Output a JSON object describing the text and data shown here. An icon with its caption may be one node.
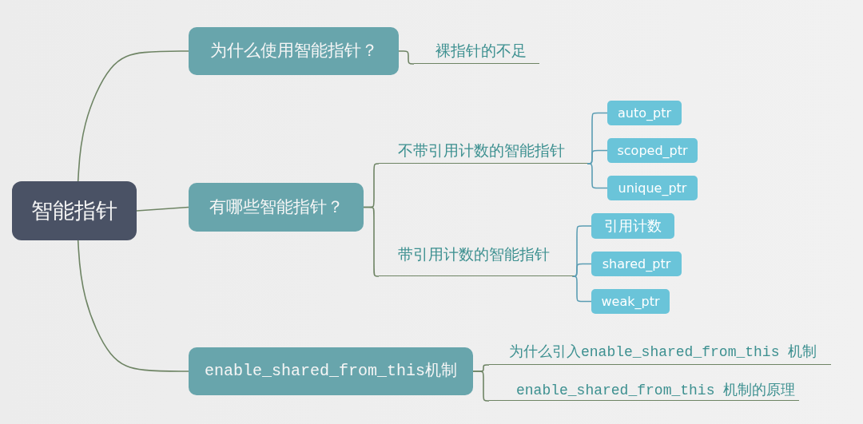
{
  "diagram": {
    "nodes": [
      {
        "text": [
          "智能指针"
        ]
      },
      {
        "text": [
          "为什么使用智能指针？"
        ]
      },
      {
        "text": [
          "裸指针的不足"
        ]
      },
      {
        "text": [
          "有哪些智能指针？"
        ]
      },
      {
        "text": [
          "不带引用计数的智能指针"
        ]
      },
      {
        "text": [
          "auto_ptr"
        ]
      },
      {
        "text": [
          "scoped_ptr"
        ]
      },
      {
        "text": [
          "unique_ptr"
        ]
      },
      {
        "text": [
          "带引用计数的智能指针"
        ]
      },
      {
        "text": [
          "引用计数"
        ]
      },
      {
        "text": [
          "shared_ptr"
        ]
      },
      {
        "text": [
          "weak_ptr"
        ]
      },
      {
        "text": [
          "enable_shared_from_this机制"
        ]
      },
      {
        "text": [
          "为什么引入enable_shared_from_this 机制"
        ]
      },
      {
        "text": [
          "enable_shared_from_this 机制的原理"
        ]
      }
    ],
    "edges": [
      {
        "from": 0,
        "to": 1,
        "arrow": "none"
      },
      {
        "from": 0,
        "to": 3,
        "arrow": "none"
      },
      {
        "from": 0,
        "to": 12,
        "arrow": "none"
      },
      {
        "from": 1,
        "to": 2,
        "arrow": "none"
      },
      {
        "from": 3,
        "to": 4,
        "arrow": "none"
      },
      {
        "from": 3,
        "to": 8,
        "arrow": "none"
      },
      {
        "from": 4,
        "to": 5,
        "arrow": "none",
        "color": "#5b9db3"
      },
      {
        "from": 4,
        "to": 6,
        "arrow": "none",
        "color": "#5b9db3"
      },
      {
        "from": 4,
        "to": 7,
        "arrow": "none",
        "color": "#5b9db3"
      },
      {
        "from": 8,
        "to": 9,
        "arrow": "none",
        "color": "#5b9db3"
      },
      {
        "from": 8,
        "to": 10,
        "arrow": "none",
        "color": "#5b9db3"
      },
      {
        "from": 8,
        "to": 11,
        "arrow": "none",
        "color": "#5b9db3"
      },
      {
        "from": 12,
        "to": 13,
        "arrow": "none"
      },
      {
        "from": 12,
        "to": 14,
        "arrow": "none"
      }
    ]
  }
}
